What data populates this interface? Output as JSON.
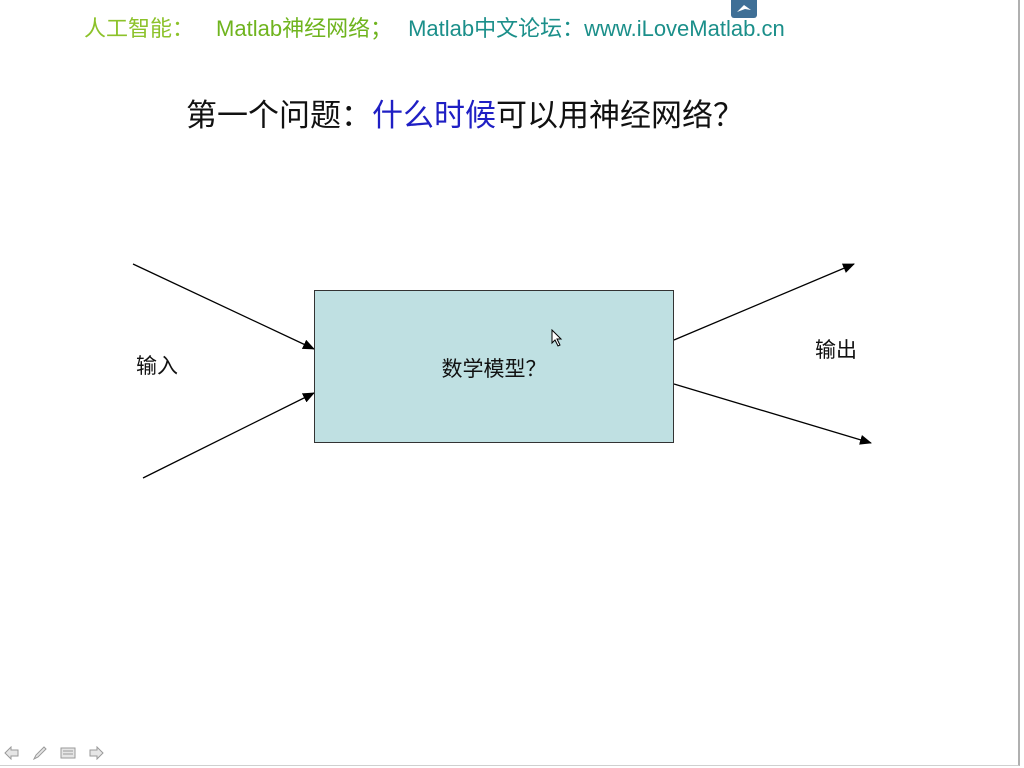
{
  "header": {
    "part1": "人工智能：",
    "part2_latin": "Matlab",
    "part2_cjk": " 神经网络；",
    "part3_latin": "Matlab",
    "part3_cjk": " 中文论坛：",
    "url": "www.iLoveMatlab.cn",
    "colors": {
      "part1": "#8cc22a",
      "part2": "#6fb41e",
      "part3": "#1b8f8a"
    }
  },
  "title": {
    "prefix": "第一个问题：",
    "highlight": "什么时候",
    "suffix": "可以用神经网络？",
    "highlight_color": "#1f1fc4"
  },
  "diagram": {
    "model_label": "数学模型？",
    "input_label": "输入",
    "output_label": "输出",
    "box_color": "#bfe0e2"
  },
  "icons": [
    "logo-icon",
    "cursor-icon",
    "nav-prev-icon",
    "nav-pen-icon",
    "nav-menu-icon",
    "nav-next-icon"
  ]
}
